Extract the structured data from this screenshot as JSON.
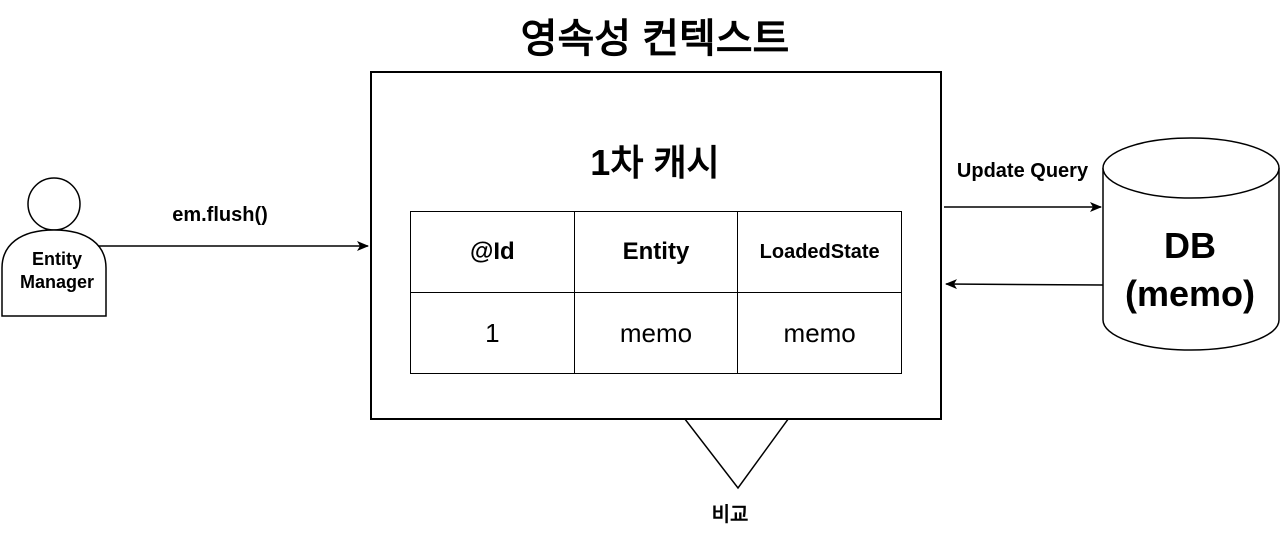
{
  "title": "영속성 컨텍스트",
  "cache": {
    "title": "1차 캐시",
    "headers": [
      "@Id",
      "Entity",
      "LoadedState"
    ],
    "row": [
      "1",
      "memo",
      "memo"
    ]
  },
  "actor": {
    "line1": "Entity",
    "line2": "Manager",
    "icon": "person-icon"
  },
  "arrows": {
    "flush": "em.flush()",
    "update": "Update Query",
    "compare": "비교"
  },
  "db": {
    "line1": "DB",
    "line2": "(memo)",
    "icon": "database-icon"
  }
}
